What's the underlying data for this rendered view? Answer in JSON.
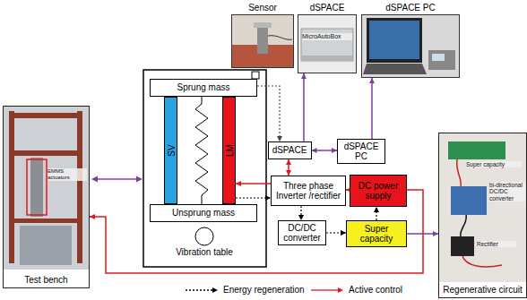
{
  "diagram": {
    "nodes": [
      {
        "text": [
          "Sensor"
        ]
      },
      {
        "text": [
          "dSPACE"
        ]
      },
      {
        "text": [
          "dSPACE PC"
        ]
      },
      {
        "text": [
          "Test bench"
        ]
      },
      {
        "text": [
          "Sprung mass"
        ]
      },
      {
        "text": [
          "SV"
        ]
      },
      {
        "text": [
          "LM"
        ]
      },
      {
        "text": [
          "Unsprung mass"
        ]
      },
      {
        "text": [
          "Vibration table"
        ]
      },
      {
        "text": [
          "dSPACE"
        ]
      },
      {
        "text": [
          "dSPACE PC"
        ]
      },
      {
        "text": [
          "Three phase Inverter /rectifier"
        ]
      },
      {
        "text": [
          "DC power supply"
        ]
      },
      {
        "text": [
          "DC/DC converter"
        ]
      },
      {
        "text": [
          "Super capacity"
        ]
      },
      {
        "text": [
          "Regenerative circuit"
        ]
      }
    ],
    "edges": [
      {
        "from": 9,
        "to": 1,
        "arrow": "to"
      },
      {
        "from": 10,
        "to": 2,
        "arrow": "to"
      },
      {
        "from": 9,
        "to": 10,
        "arrow": "both"
      },
      {
        "from": 4,
        "to": 9,
        "arrow": "to"
      },
      {
        "from": 9,
        "to": 11,
        "arrow": "both"
      },
      {
        "from": 12,
        "to": 11,
        "arrow": "to"
      },
      {
        "from": 11,
        "to": 6,
        "arrow": "to"
      },
      {
        "from": 6,
        "to": 11,
        "arrow": "to"
      },
      {
        "from": 11,
        "to": 13,
        "arrow": "to"
      },
      {
        "from": 13,
        "to": 14,
        "arrow": "to"
      },
      {
        "from": 14,
        "to": 12,
        "arrow": "to"
      },
      {
        "from": 14,
        "to": 15,
        "arrow": "to"
      },
      {
        "from": 12,
        "to": 3,
        "arrow": "to"
      }
    ],
    "labels": [
      "EMMS actuators",
      "MicroAutoBox",
      "Super capacity",
      "bi-directional DC/DC converter",
      "Rectifier"
    ],
    "legend": [
      {
        "text": "Energy regeneration"
      },
      {
        "text": "Active control"
      }
    ]
  }
}
